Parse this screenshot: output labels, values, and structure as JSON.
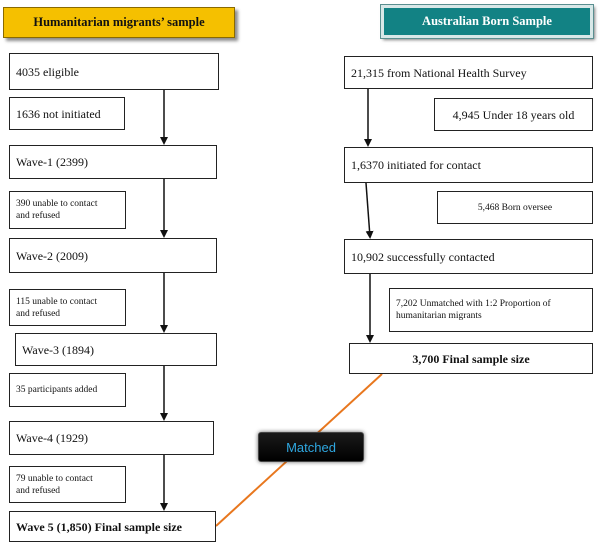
{
  "headers": {
    "left": "Humanitarian migrants’ sample",
    "right": "Australian Born Sample"
  },
  "left": {
    "eligible": "4035 eligible",
    "not_initiated": "1636 not initiated",
    "wave1": "Wave-1 (2399)",
    "excl1_line1": "390 unable to contact",
    "excl1_line2": "and refused",
    "wave2": "Wave-2 (2009)",
    "excl2_line1": "115 unable to contact",
    "excl2_line2": "and refused",
    "wave3": "Wave-3 (1894)",
    "added": "35 participants added",
    "wave4": "Wave-4 (1929)",
    "excl4_line1": "79 unable to contact",
    "excl4_line2": "and refused",
    "wave5": "Wave 5 (1,850) Final sample size"
  },
  "right": {
    "nhs": "21,315 from National Health Survey",
    "under18": "4,945 Under 18 years old",
    "initiated": "1,6370 initiated for contact",
    "born_overseas": "5,468 Born oversee",
    "contacted": "10,902 successfully contacted",
    "unmatched_line1": "7,202 Unmatched with 1:2 Proportion of",
    "unmatched_line2": "humanitarian migrants",
    "final": "3,700 Final sample size"
  },
  "matched_label": "Matched",
  "colors": {
    "header_left": "#f5c000",
    "header_right": "#128284",
    "matched_line": "#e8771e",
    "matched_text": "#2fa7e0"
  }
}
